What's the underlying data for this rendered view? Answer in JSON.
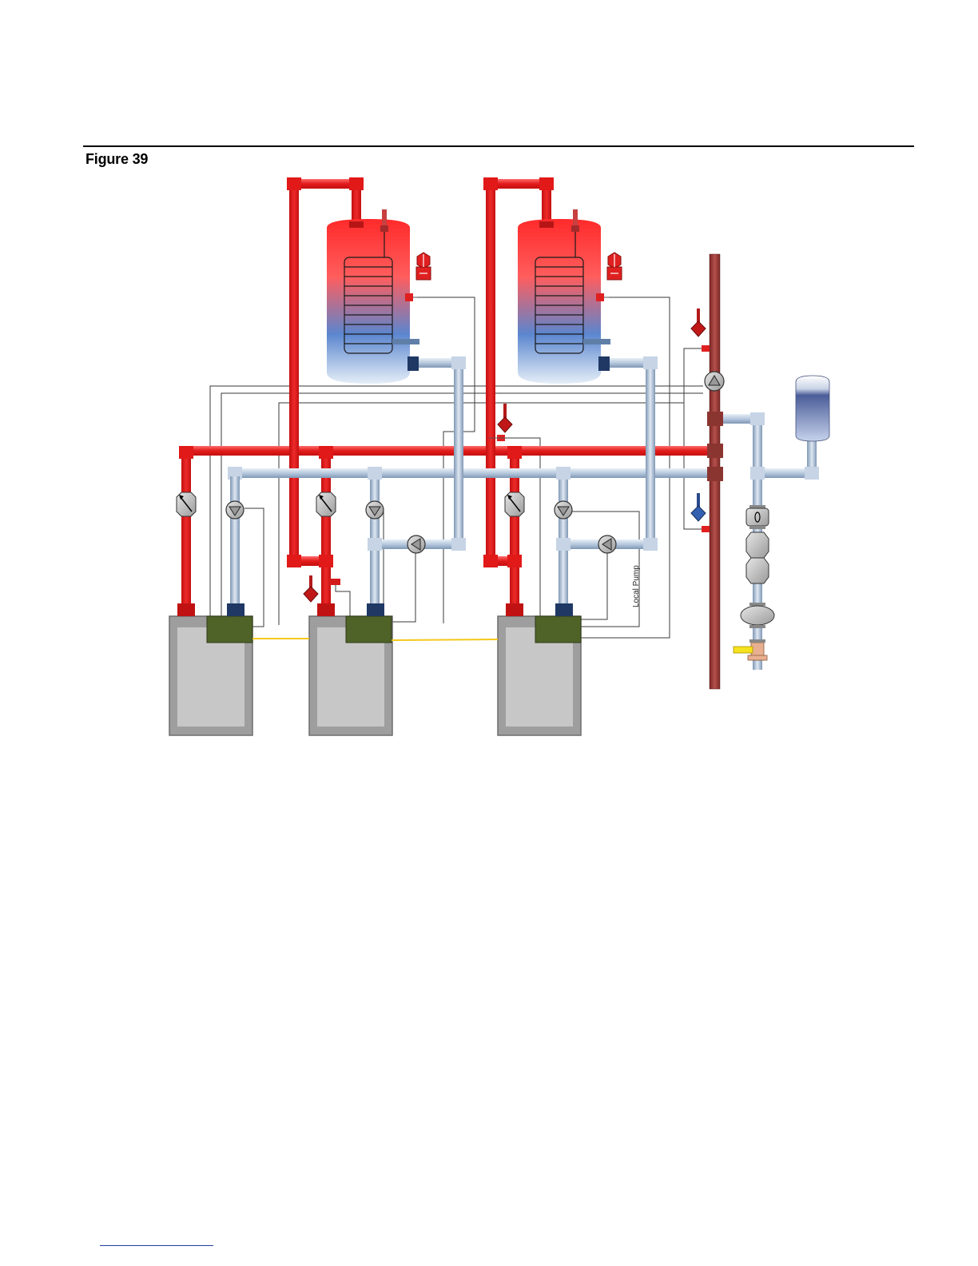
{
  "figure": {
    "title": "Figure 39"
  },
  "diagram": {
    "label_local_pump": "Local Pump",
    "colors": {
      "supply_red": "#e41f1f",
      "return_blue": "#b7c9de",
      "system_pipe": "#a8433e",
      "boiler_gray": "#b9b9b9",
      "control_green": "#4f6228",
      "connector_navy": "#1f3864",
      "wire_yellow": "#f4c81a"
    },
    "components": {
      "boilers": [
        "boiler-1",
        "boiler-2",
        "boiler-3"
      ],
      "tanks": [
        "indirect-tank-1",
        "indirect-tank-2"
      ],
      "expansion_tank": "expansion-tank"
    }
  }
}
